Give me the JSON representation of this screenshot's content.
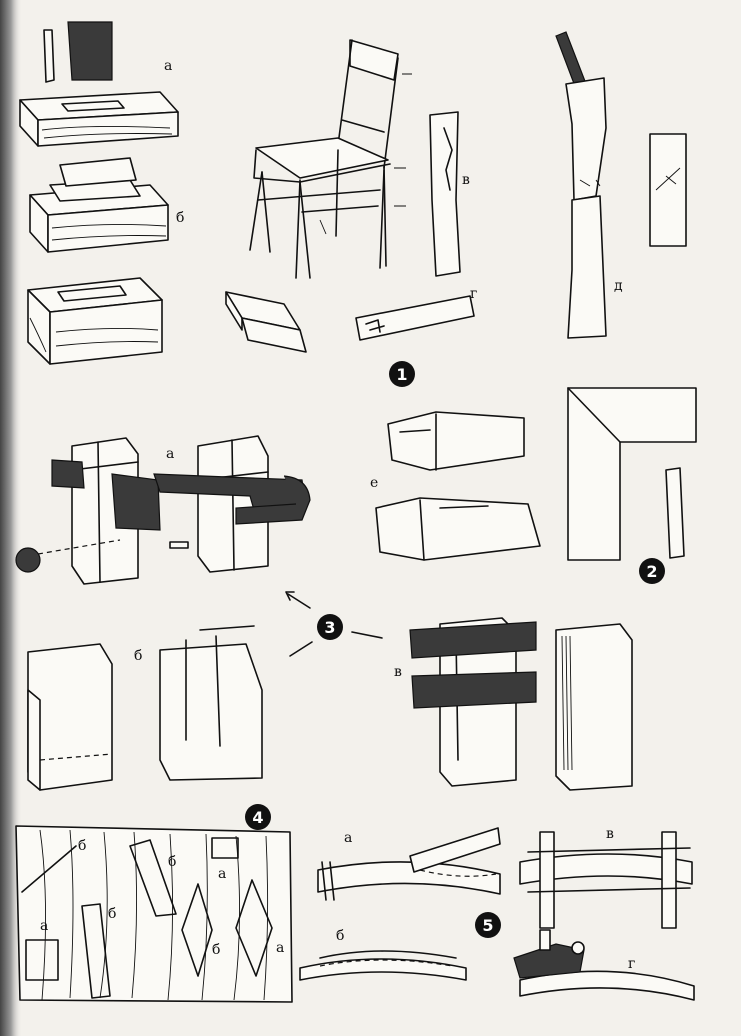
{
  "labels": {
    "a_top": "а",
    "b_top": "б",
    "v_chair": "в",
    "g_chair": "г",
    "d_chair": "д",
    "e_mid": "е",
    "a_mid": "а",
    "b_mid": "б",
    "v_mid": "в",
    "a_plank_1": "а",
    "a_plank_2": "а",
    "a_plank_3": "а",
    "b_plank_1": "б",
    "b_plank_2": "б",
    "b_plank_3": "б",
    "b_plank_4": "б",
    "a_fig5": "а",
    "b_fig5": "б",
    "v_fig5": "в",
    "g_fig5": "г"
  },
  "figure_numbers": {
    "fig1": "1",
    "fig2": "2",
    "fig3": "3",
    "fig4": "4",
    "fig5": "5"
  },
  "colors": {
    "paper": "#f3f1ec",
    "ink": "#111111",
    "saw_dark": "#3a3a3a"
  }
}
